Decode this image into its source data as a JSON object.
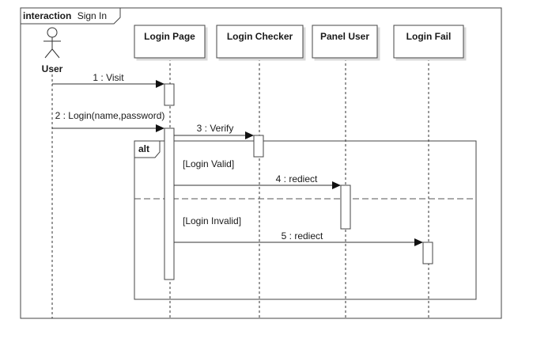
{
  "frame": {
    "keyword": "interaction",
    "name": "Sign In"
  },
  "actor": {
    "name": "User"
  },
  "lifelines": [
    {
      "name": "Login Page"
    },
    {
      "name": "Login Checker"
    },
    {
      "name": "Panel User"
    },
    {
      "name": "Login Fail"
    }
  ],
  "messages": [
    {
      "label": "1 : Visit"
    },
    {
      "label": "2 : Login(name,password)"
    },
    {
      "label": "3 : Verify"
    },
    {
      "label": "4 : rediect"
    },
    {
      "label": "5 : rediect"
    }
  ],
  "fragment": {
    "operator": "alt",
    "guards": [
      {
        "text": "[Login Valid]"
      },
      {
        "text": "[Login Invalid]"
      }
    ]
  }
}
